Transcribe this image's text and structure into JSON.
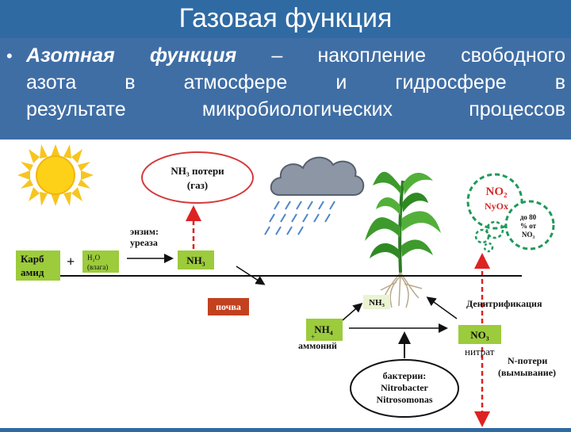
{
  "title": "Газовая функция",
  "paragraph": {
    "bold_term": "Азотная функция",
    "rest_line1": " – накопление свободного",
    "line2": "азота в атмосфере и гидросфере в",
    "line3": "результате микробиологических процессов"
  },
  "diagram": {
    "carbamide": [
      "Карб",
      "амид"
    ],
    "plus": "+",
    "water": [
      "H₂O",
      "(влага)"
    ],
    "enzyme": [
      "энзим:",
      "уреаза"
    ],
    "nh3": "NH₃",
    "nh3_loss": [
      "NH₃ потери",
      "(газ)"
    ],
    "soil": "почва",
    "nh3_root": "NH₃",
    "nh4": "NH₄",
    "nh4_charge": "+",
    "ammonium": "аммоний",
    "denitrification": "Денитрификация",
    "no3": "NO₃",
    "nitrate": "нитрат",
    "n_loss": [
      "N-потери",
      "(вымывание)"
    ],
    "bacteria": [
      "бактерии:",
      "Nitrobacter",
      "Nitrosomonas"
    ],
    "no2": "NO₂",
    "nyox": "NyOx",
    "upto80": [
      "до 80",
      "% от",
      "NO₃"
    ]
  }
}
